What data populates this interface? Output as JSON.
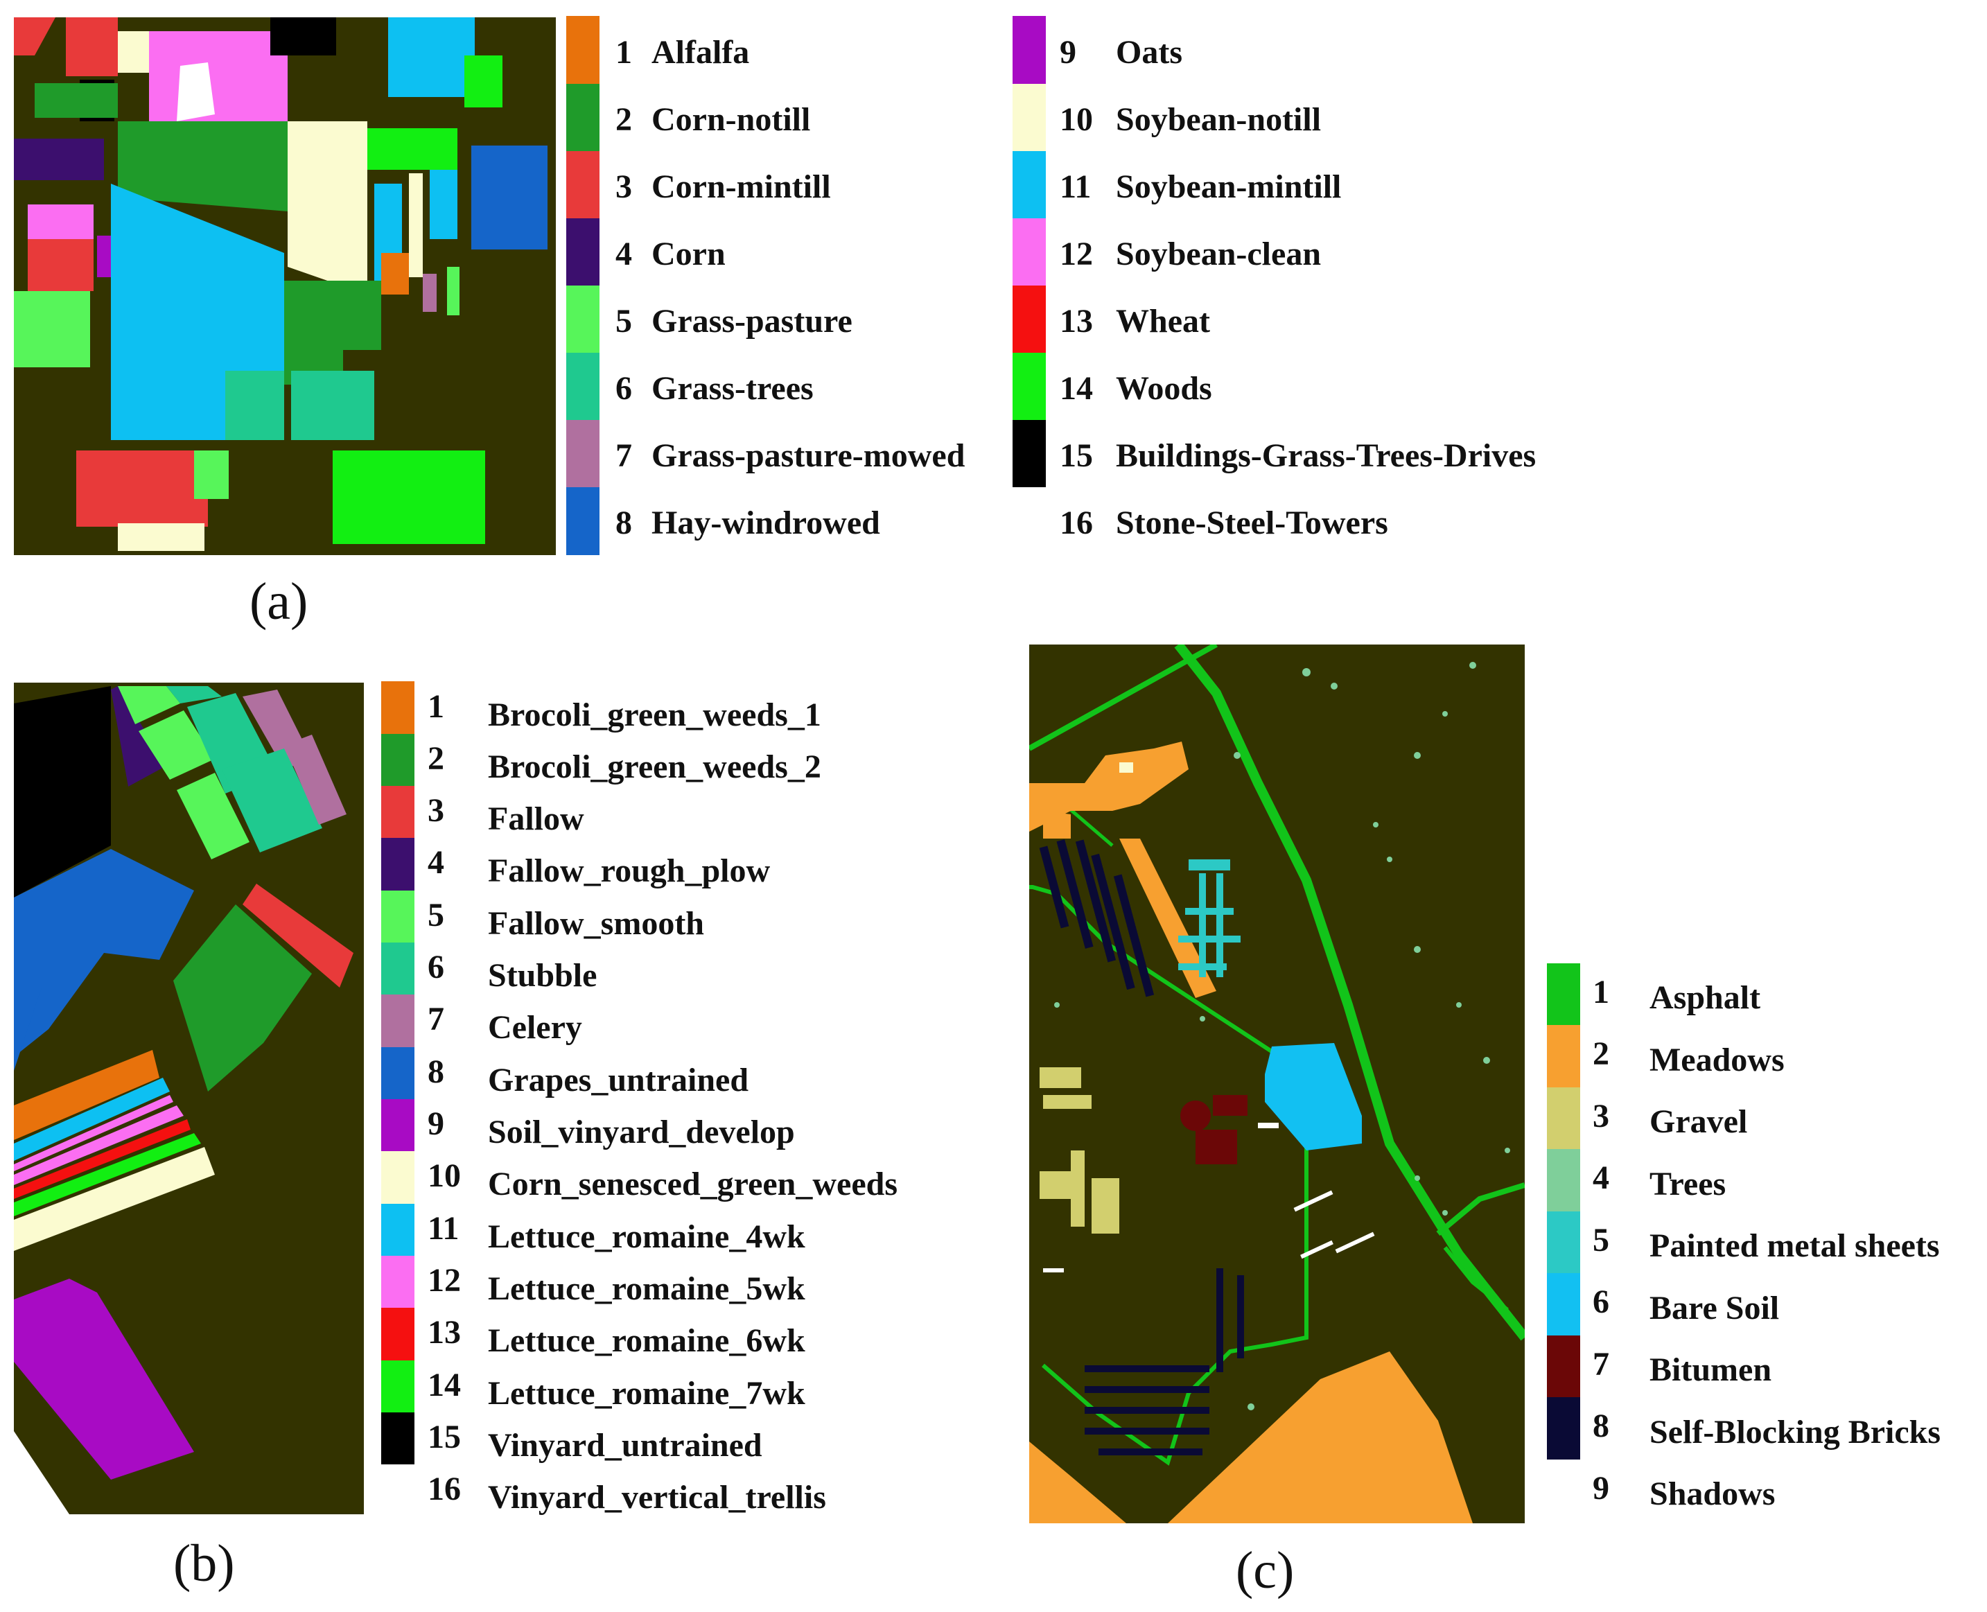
{
  "panels": [
    {
      "caption": "(a)",
      "legend": [
        {
          "num": "1",
          "name": "Alfalfa",
          "color": "#e8720c"
        },
        {
          "num": "2",
          "name": "Corn-notill",
          "color": "#1f9b2a"
        },
        {
          "num": "3",
          "name": "Corn-mintill",
          "color": "#e83a3a"
        },
        {
          "num": "4",
          "name": "Corn",
          "color": "#3c0f6e"
        },
        {
          "num": "5",
          "name": "Grass-pasture",
          "color": "#57f55a"
        },
        {
          "num": "6",
          "name": "Grass-trees",
          "color": "#1fc98f"
        },
        {
          "num": "7",
          "name": "Grass-pasture-mowed",
          "color": "#b0709f"
        },
        {
          "num": "8",
          "name": "Hay-windrowed",
          "color": "#1565c9"
        },
        {
          "num": "9",
          "name": "Oats",
          "color": "#a80bc4"
        },
        {
          "num": "10",
          "name": "Soybean-notill",
          "color": "#fbfbd0"
        },
        {
          "num": "11",
          "name": "Soybean-mintill",
          "color": "#0dc0f2"
        },
        {
          "num": "12",
          "name": "Soybean-clean",
          "color": "#fb6ef2"
        },
        {
          "num": "13",
          "name": "Wheat",
          "color": "#f51010"
        },
        {
          "num": "14",
          "name": "Woods",
          "color": "#12ef12"
        },
        {
          "num": "15",
          "name": "Buildings-Grass-Trees-Drives",
          "color": "#000000"
        },
        {
          "num": "16",
          "name": "Stone-Steel-Towers",
          "color": "#ffffff"
        }
      ]
    },
    {
      "caption": "(b)",
      "legend": [
        {
          "num": "1",
          "name": "Brocoli_green_weeds_1",
          "color": "#e8720c"
        },
        {
          "num": "2",
          "name": "Brocoli_green_weeds_2",
          "color": "#1f9b2a"
        },
        {
          "num": "3",
          "name": "Fallow",
          "color": "#e83a3a"
        },
        {
          "num": "4",
          "name": "Fallow_rough_plow",
          "color": "#3c0f6e"
        },
        {
          "num": "5",
          "name": "Fallow_smooth",
          "color": "#57f55a"
        },
        {
          "num": "6",
          "name": "Stubble",
          "color": "#1fc98f"
        },
        {
          "num": "7",
          "name": "Celery",
          "color": "#b0709f"
        },
        {
          "num": "8",
          "name": "Grapes_untrained",
          "color": "#1565c9"
        },
        {
          "num": "9",
          "name": "Soil_vinyard_develop",
          "color": "#a80bc4"
        },
        {
          "num": "10",
          "name": "Corn_senesced_green_weeds",
          "color": "#fbfbd0"
        },
        {
          "num": "11",
          "name": "Lettuce_romaine_4wk",
          "color": "#0dc0f2"
        },
        {
          "num": "12",
          "name": "Lettuce_romaine_5wk",
          "color": "#fb6ef2"
        },
        {
          "num": "13",
          "name": "Lettuce_romaine_6wk",
          "color": "#f51010"
        },
        {
          "num": "14",
          "name": "Lettuce_romaine_7wk",
          "color": "#12ef12"
        },
        {
          "num": "15",
          "name": "Vinyard_untrained",
          "color": "#000000"
        },
        {
          "num": "16",
          "name": "Vinyard_vertical_trellis",
          "color": "#ffffff"
        }
      ]
    },
    {
      "caption": "(c)",
      "legend": [
        {
          "num": "1",
          "name": "Asphalt",
          "color": "#12c41a"
        },
        {
          "num": "2",
          "name": "Meadows",
          "color": "#f7a030"
        },
        {
          "num": "3",
          "name": "Gravel",
          "color": "#d2cf6e"
        },
        {
          "num": "4",
          "name": "Trees",
          "color": "#7fcf9a"
        },
        {
          "num": "5",
          "name": "Painted metal sheets",
          "color": "#2cc9c5"
        },
        {
          "num": "6",
          "name": "Bare Soil",
          "color": "#12c0f2"
        },
        {
          "num": "7",
          "name": "Bitumen",
          "color": "#6b0707"
        },
        {
          "num": "8",
          "name": "Self-Blocking Bricks",
          "color": "#0a0a35"
        },
        {
          "num": "9",
          "name": "Shadows",
          "color": "#ffffff"
        }
      ]
    }
  ],
  "map_background": "#333300"
}
